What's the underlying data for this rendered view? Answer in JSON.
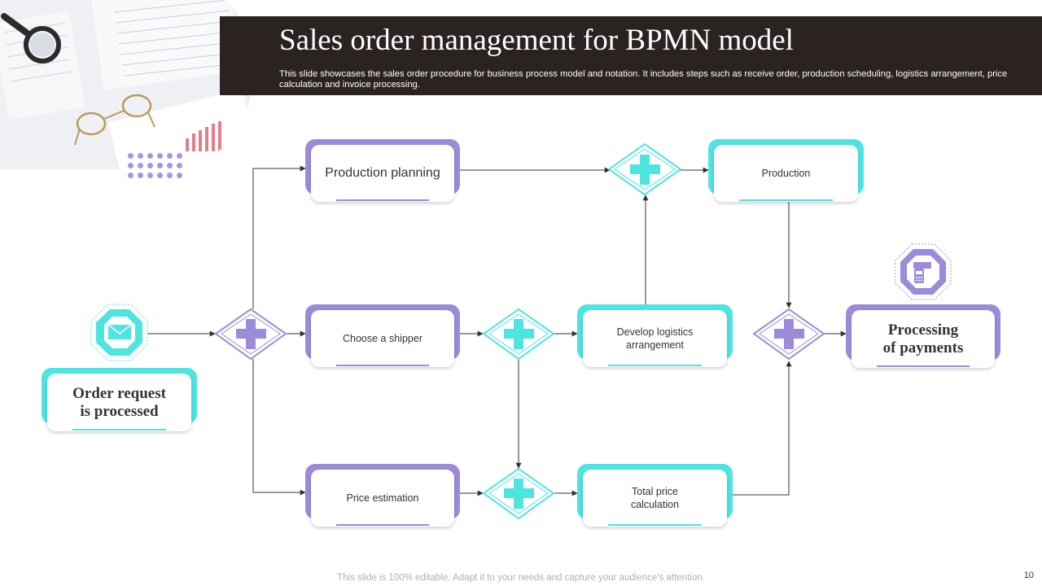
{
  "header": {
    "title": "Sales order management for BPMN model",
    "subtitle": "This slide showcases the sales order procedure for business process model and notation. It includes steps such as receive order, production scheduling, logistics arrangement, price calculation and invoice processing."
  },
  "nodes": {
    "order_request": "Order request\nis processed",
    "production_planning": "Production planning",
    "choose_shipper": "Choose a shipper",
    "price_estimation": "Price estimation",
    "production": "Production",
    "develop_logistics": "Develop logistics\narrangement",
    "total_price": "Total price\ncalculation",
    "processing_payments": "Processing\nof payments"
  },
  "icons": {
    "start_event": "envelope-icon",
    "end_event": "payment-terminal-icon",
    "gateway": "plus-icon"
  },
  "colors": {
    "purple": "#9b8bd9",
    "teal": "#4ee4e0",
    "header": "#2b2321"
  },
  "footer": {
    "note": "This slide is 100% editable. Adapt it to your needs and capture your audience's attention.",
    "page": "10"
  }
}
